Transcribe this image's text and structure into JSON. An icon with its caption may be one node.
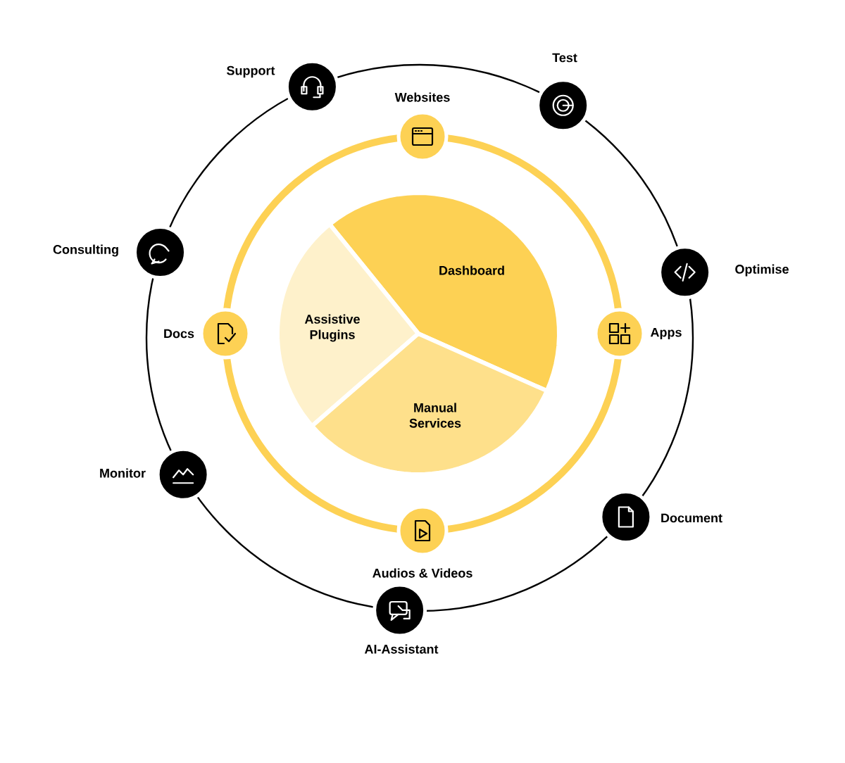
{
  "diagram": {
    "nodes": [
      {
        "text": [],
        "shape": "circle",
        "beside": [
          "Support"
        ]
      },
      {
        "text": [],
        "shape": "circle",
        "beside": [
          "Test"
        ]
      },
      {
        "text": [],
        "shape": "circle",
        "beside": [
          "Websites"
        ]
      },
      {
        "text": [
          "Dashboard"
        ]
      },
      {
        "text": [],
        "shape": "circle",
        "beside": [
          "Optimise"
        ]
      },
      {
        "text": [],
        "shape": "circle",
        "beside": [
          "Consulting"
        ]
      },
      {
        "text": [],
        "shape": "circle",
        "beside": [
          "Docs"
        ]
      },
      {
        "text": [
          "Assistive Plugins"
        ]
      },
      {
        "text": [],
        "shape": "circle",
        "beside": [
          "Apps"
        ]
      },
      {
        "text": [
          "Manual Services"
        ]
      },
      {
        "text": [],
        "shape": "circle",
        "beside": [
          "Monitor"
        ]
      },
      {
        "text": [],
        "shape": "circle",
        "beside": [
          "Document"
        ]
      },
      {
        "text": [],
        "shape": "circle",
        "beside": [
          "Audios & Videos"
        ]
      },
      {
        "text": [],
        "shape": "circle",
        "beside": [
          "AI-Assistant"
        ]
      }
    ]
  }
}
